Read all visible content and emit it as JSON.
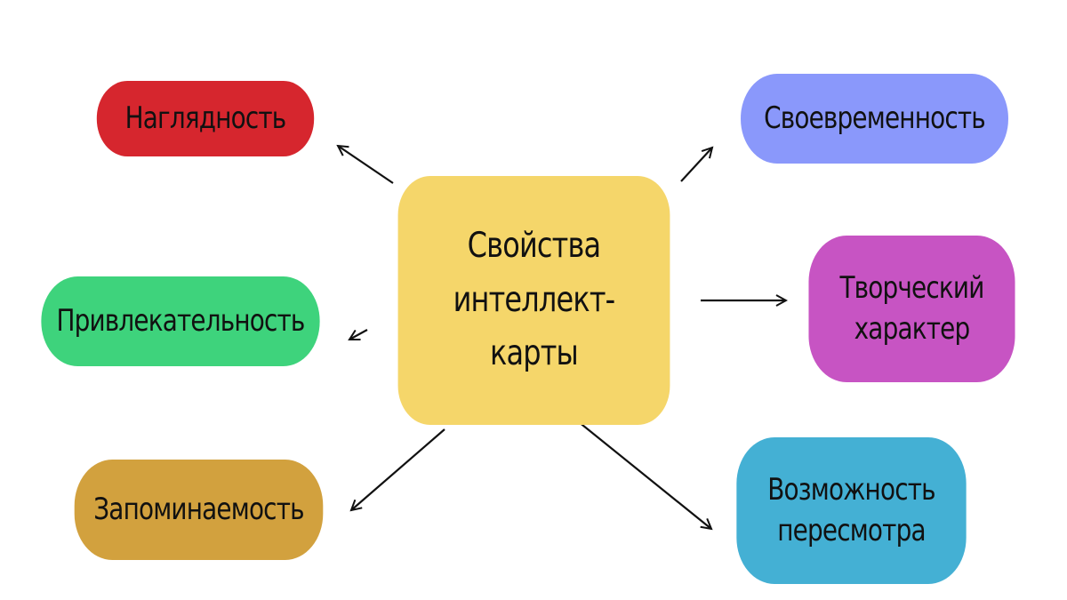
{
  "center": {
    "lines": [
      "Свойства",
      "интеллект-",
      "карты"
    ],
    "color": "#f5d66a"
  },
  "nodes": {
    "naglyadnost": {
      "lines": [
        "Наглядность"
      ],
      "color": "#d6262e"
    },
    "privlekatelnost": {
      "lines": [
        "Привлекательность"
      ],
      "color": "#3ed37c"
    },
    "zapominaemost": {
      "lines": [
        "Запоминаемость"
      ],
      "color": "#d2a13e"
    },
    "svoevremennost": {
      "lines": [
        "Своевременность"
      ],
      "color": "#8a98fb"
    },
    "tvorcheskiy": {
      "lines": [
        "Творческий",
        "характер"
      ],
      "color": "#c754c3"
    },
    "vozmozhnost": {
      "lines": [
        "Возможность",
        "пересмотра"
      ],
      "color": "#44b0d4"
    }
  },
  "arrow_color": "#111111"
}
